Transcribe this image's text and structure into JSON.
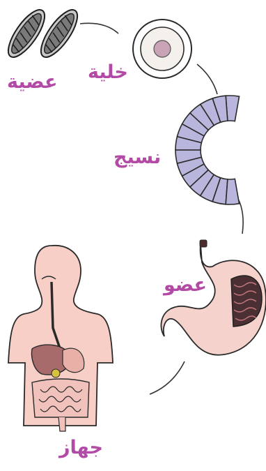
{
  "labels": {
    "organelle": "عضية",
    "cell": "خلية",
    "tissue": "نسيج",
    "organ": "عضو",
    "system": "جهاز"
  },
  "colors": {
    "label": "#b24aa6",
    "tissue_fill": "#b8b6dc",
    "cell_nucleus": "#c9a4b6",
    "organ_fill": "#f6d2cd",
    "body_fill": "#f7cfc7",
    "outline": "#2a2a2a"
  },
  "icons": {
    "organelle": "mitochondria-icon",
    "cell": "cell-icon",
    "tissue": "tissue-icon",
    "organ": "stomach-icon",
    "system": "digestive-system-icon"
  }
}
